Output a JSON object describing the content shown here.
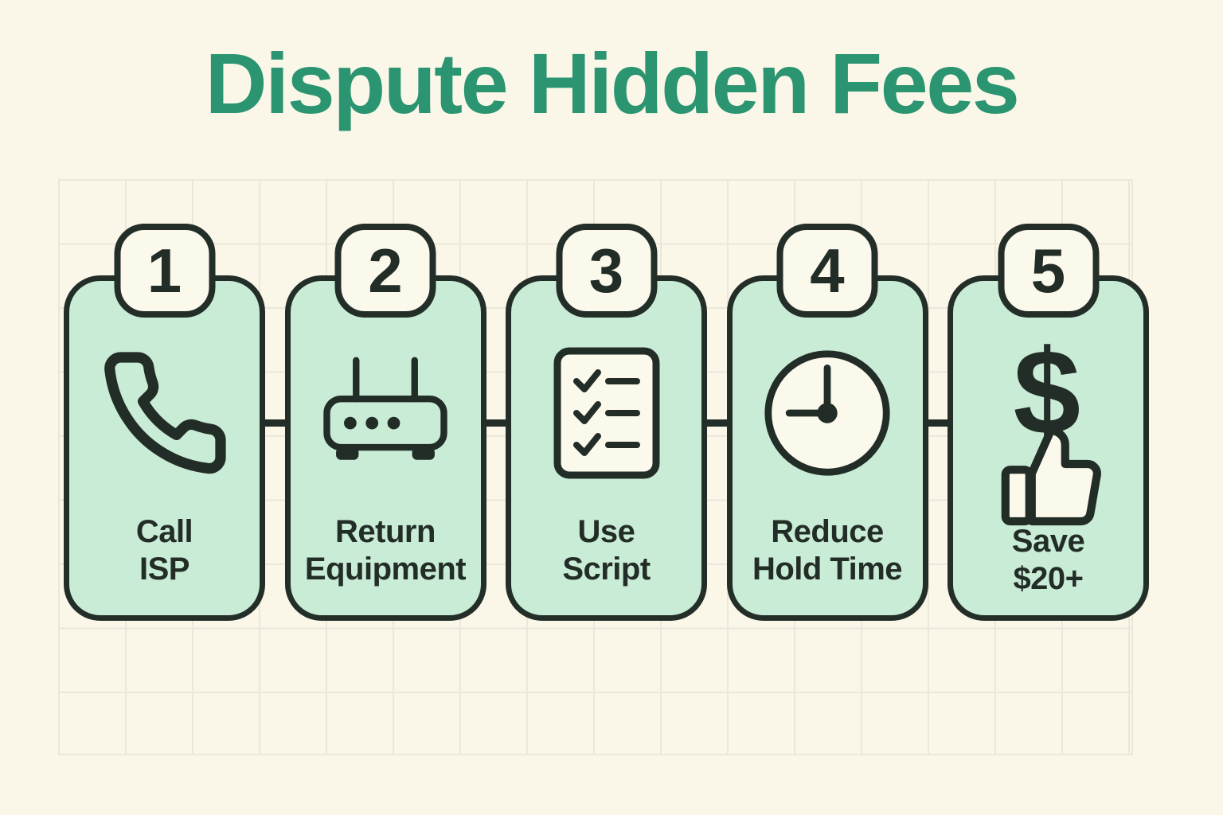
{
  "title": "Dispute Hidden Fees",
  "steps": [
    {
      "number": "1",
      "label_line1": "Call",
      "label_line2": "ISP",
      "icon": "phone-icon"
    },
    {
      "number": "2",
      "label_line1": "Return",
      "label_line2": "Equipment",
      "icon": "router-icon"
    },
    {
      "number": "3",
      "label_line1": "Use",
      "label_line2": "Script",
      "icon": "checklist-icon"
    },
    {
      "number": "4",
      "label_line1": "Reduce",
      "label_line2": "Hold Time",
      "icon": "clock-icon"
    },
    {
      "number": "5",
      "label_line1": "Save",
      "label_line2": "$20+",
      "icon": "dollar-thumbs-up-icon",
      "dollar_symbol": "$"
    }
  ],
  "colors": {
    "background": "#faf7e9",
    "grid_line": "#ebe7da",
    "title_green": "#2b9470",
    "card_fill": "#c9ecd6",
    "outline_dark": "#242e28",
    "badge_fill": "#fbf8ec"
  }
}
